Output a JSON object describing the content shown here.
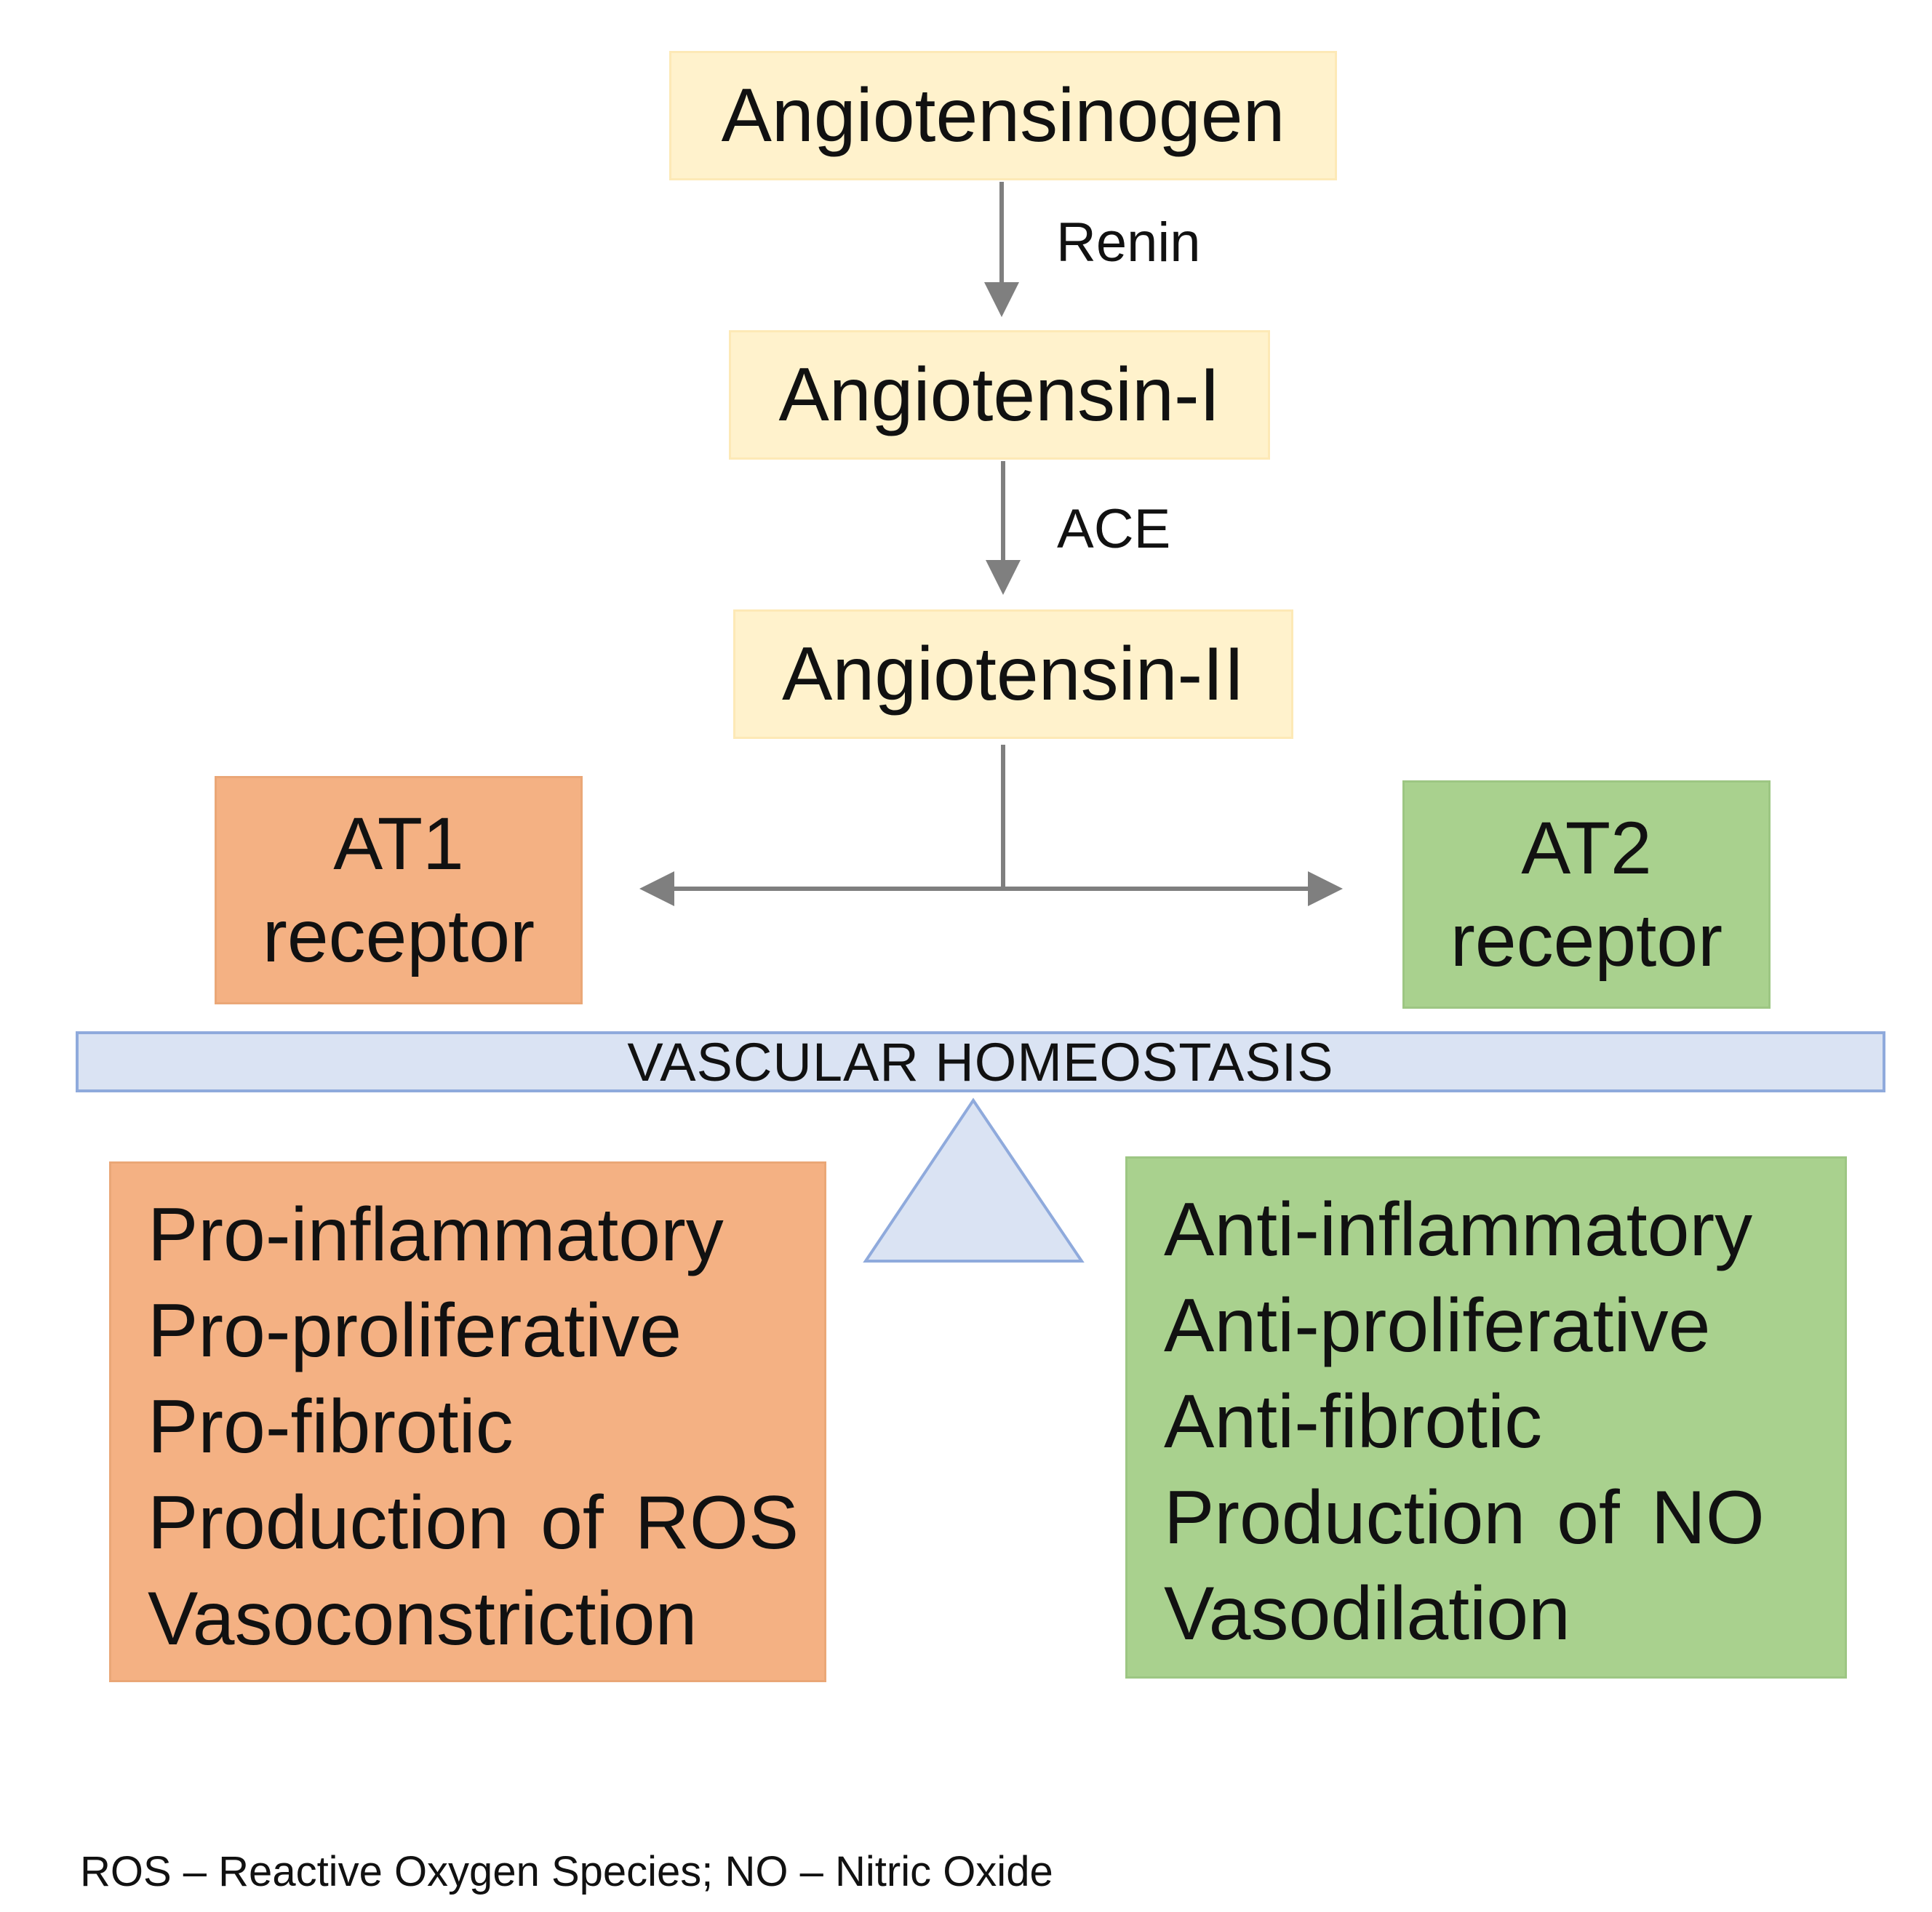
{
  "pathway": {
    "angiotensinogen": "Angiotensinogen",
    "renin": "Renin",
    "angiotensin_1": "Angiotensin-I",
    "ace": "ACE",
    "angiotensin_2": "Angiotensin-II"
  },
  "receptors": {
    "at1": {
      "line1": "AT1",
      "line2": "receptor"
    },
    "at2": {
      "line1": "AT2",
      "line2": "receptor"
    }
  },
  "balance": {
    "beam_label": "VASCULAR HOMEOSTASIS"
  },
  "at1_effects": [
    "Pro-inflammatory",
    "Pro-proliferative",
    "Pro-fibrotic",
    "Production of ROS",
    "Vasoconstriction"
  ],
  "at2_effects": [
    "Anti-inflammatory",
    "Anti-proliferative",
    "Anti-fibrotic",
    "Production of NO",
    "Vasodilation"
  ],
  "footnote": "ROS – Reactive Oxygen Species; NO – Nitric Oxide",
  "colors": {
    "precursor_fill": "#fff2cc",
    "at1_fill": "#f4b183",
    "at2_fill": "#a9d18e",
    "beam_fill": "#dae3f3",
    "beam_border": "#8faadc",
    "arrow": "#7f7f7f"
  }
}
